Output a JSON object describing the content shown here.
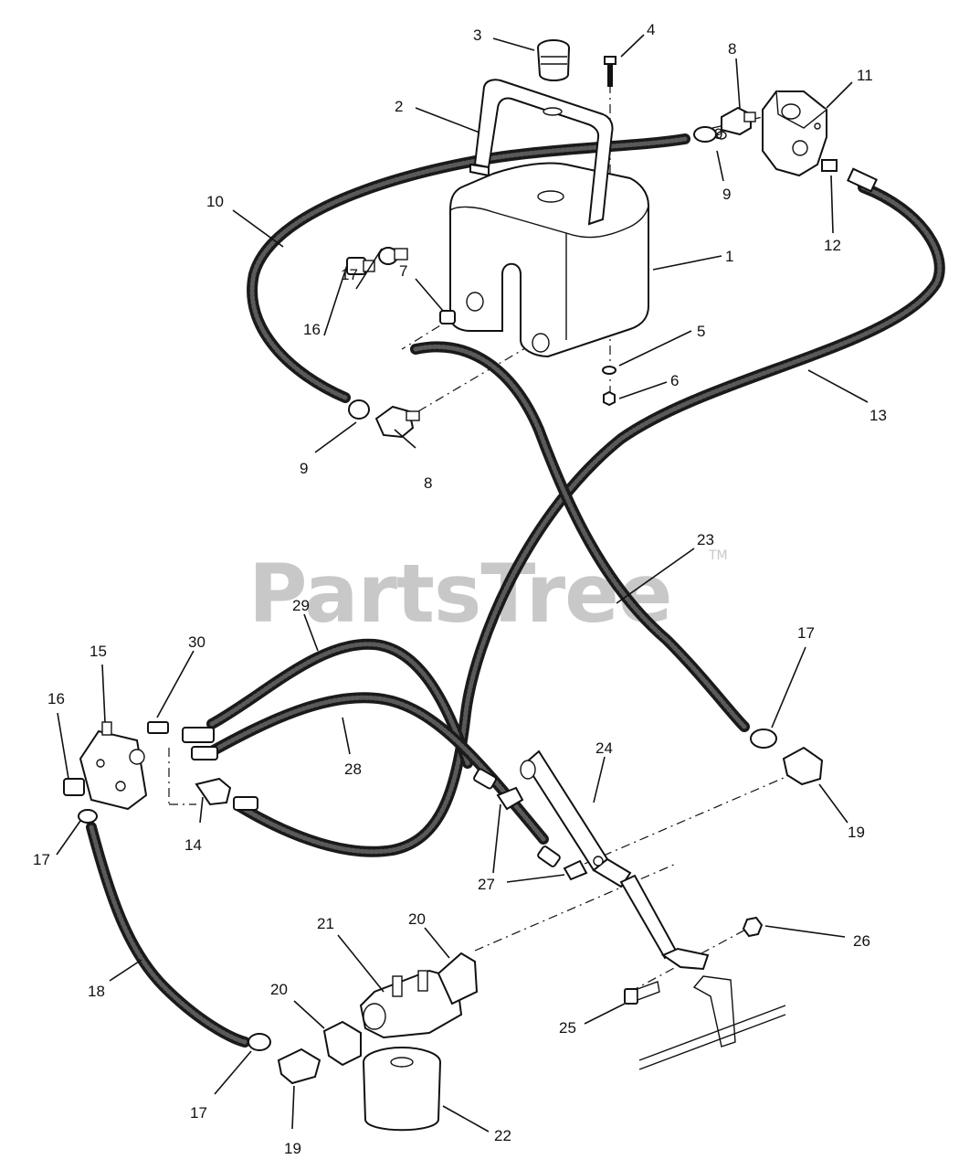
{
  "watermark": {
    "text": "PartsTree",
    "mark": "TM"
  },
  "callouts": {
    "c1": "1",
    "c2": "2",
    "c3": "3",
    "c4": "4",
    "c5": "5",
    "c6": "6",
    "c7": "7",
    "c8a": "8",
    "c8b": "8",
    "c9a": "9",
    "c9b": "9",
    "c9c": "9",
    "c10": "10",
    "c11": "11",
    "c12": "12",
    "c13": "13",
    "c14": "14",
    "c15": "15",
    "c16a": "16",
    "c16b": "16",
    "c17a": "17",
    "c17b": "17",
    "c17c": "17",
    "c17d": "17",
    "c18": "18",
    "c19a": "19",
    "c19b": "19",
    "c20a": "20",
    "c20b": "20",
    "c21": "21",
    "c22": "22",
    "c23": "23",
    "c24": "24",
    "c25": "25",
    "c26": "26",
    "c27": "27",
    "c28": "28",
    "c29": "29",
    "c30": "30"
  }
}
